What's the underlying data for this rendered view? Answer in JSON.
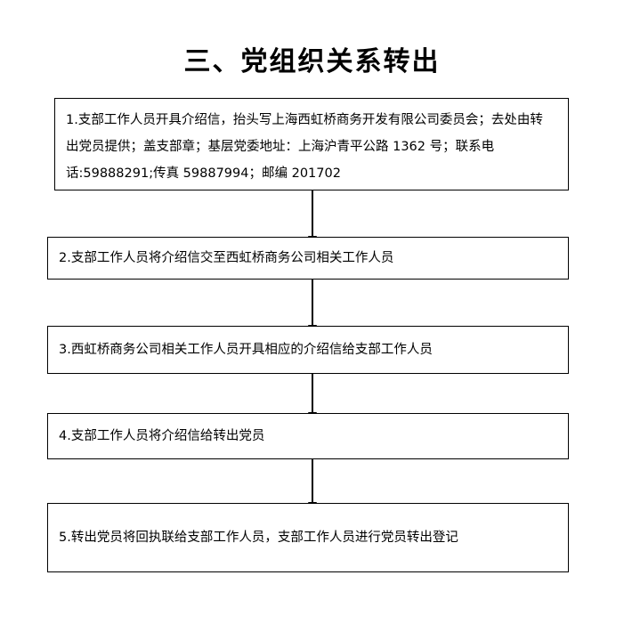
{
  "document": {
    "title": "三、党组织关系转出"
  },
  "flow": {
    "steps": [
      {
        "id": "step-1",
        "text": "1.支部工作人员开具介绍信，抬头写上海西虹桥商务开发有限公司委员会；去处由转出党员提供；盖支部章；基层党委地址：上海沪青平公路 1362 号；联系电话:59888291;传真 59887994；邮编 201702"
      },
      {
        "id": "step-2",
        "text": "2.支部工作人员将介绍信交至西虹桥商务公司相关工作人员"
      },
      {
        "id": "step-3",
        "text": "3.西虹桥商务公司相关工作人员开具相应的介绍信给支部工作人员"
      },
      {
        "id": "step-4",
        "text": "4.支部工作人员将介绍信给转出党员"
      },
      {
        "id": "step-5",
        "text": "5.转出党员将回执联给支部工作人员，支部工作人员进行党员转出登记"
      }
    ],
    "connector_icon": "down-arrow-icon"
  }
}
